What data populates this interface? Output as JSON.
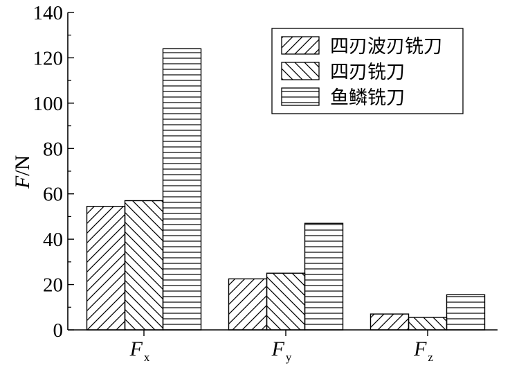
{
  "chart_data": {
    "type": "bar",
    "ylabel": {
      "main": "F",
      "unit": "/N"
    },
    "xlabel": "",
    "ylim": [
      0,
      140
    ],
    "yticks": [
      0,
      20,
      40,
      60,
      80,
      100,
      120,
      140
    ],
    "categories": [
      {
        "main": "F",
        "sub": "x"
      },
      {
        "main": "F",
        "sub": "y"
      },
      {
        "main": "F",
        "sub": "z"
      }
    ],
    "series": [
      {
        "name": "四刃波刃铣刀",
        "pattern": "diag-up",
        "values": [
          54.5,
          22.5,
          7
        ]
      },
      {
        "name": "四刃铣刀",
        "pattern": "diag-down",
        "values": [
          57,
          25,
          5.5
        ]
      },
      {
        "name": "鱼鳞铣刀",
        "pattern": "horizontal",
        "values": [
          124,
          47,
          15.5
        ]
      }
    ],
    "legend_position": "top-right",
    "grid": false
  }
}
